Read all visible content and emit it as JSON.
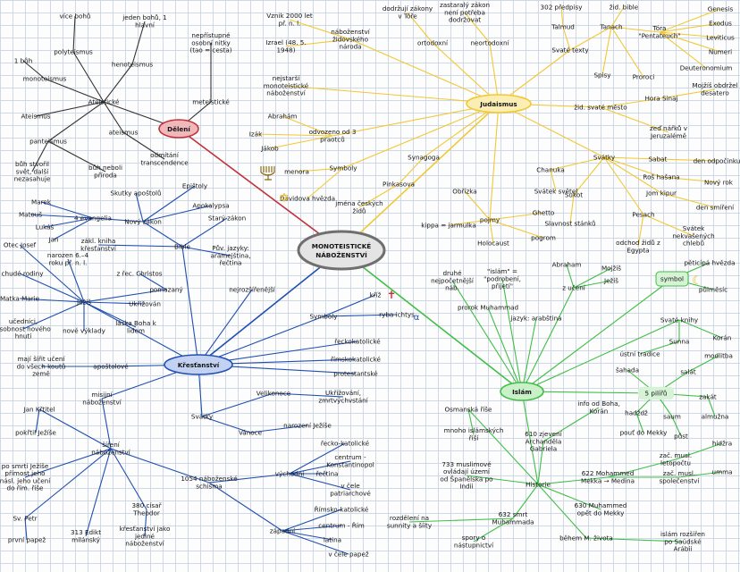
{
  "center": "MONOTEISTICKÉ NÁBOŽENSTVÍ",
  "colors": {
    "judaism": "#f2c832",
    "islam": "#3fbf45",
    "christianity": "#1f4fb0",
    "division": "#c0323a"
  },
  "icons": {
    "menora": "menorah-icon",
    "david": "star-of-david-icon",
    "cross": "cross-icon",
    "fish": "fish-icon",
    "crescent": "crescent-icon"
  },
  "texts": {
    "d_hub": "Dělení",
    "d_ateisticke": "Ateistické",
    "d_vice_bohu": "více bohů",
    "d_jeden_vice": "jeden bohů, 1 hlavní",
    "d_polyteismus": "polyteismus",
    "d_henoteismus": "henoteismus",
    "d_nepristupne": "nepřístupné osobní nitky (tao = cesta)",
    "d_meteisticke": "meteistické",
    "d_1buh": "1 bůh",
    "d_monoteismus": "monoteismus",
    "d_ateismus": "Ateismus",
    "d_panteismus": "panteismus",
    "d_ateismus2": "ateismus",
    "d_odmitani": "odmítání transcendence",
    "d_buh_stvoril": "bůh stvořil svět, další nezasahuje",
    "d_buh_prirodni": "bůh neboli příroda",
    "j_hub": "Judaismus",
    "j_vznik": "Vznik 2000 let př. n. l.",
    "j_izrael": "Izrael (48. 5. 1948)",
    "j_nabozenstvi": "náboženství židovského národa",
    "j_dodrzuji": "dodržují zákony v Tóře",
    "j_zastarale": "zastaralý zákon není potřeba dodržovat",
    "j_ortodoxni": "ortodoxní",
    "j_neortodoxni": "neortodoxní",
    "j_nejstarsi": "nejstarší monoteistické náboženství",
    "j_abraham": "Abrahám",
    "j_izak": "Izák",
    "j_jakob": "Jákob",
    "j_odvozeno": "odvozeno od 3 praotců",
    "j_menora": "menora",
    "j_symboly": "Symboly",
    "j_davidova": "Davidova hvězda",
    "j_synagoga": "Synagoga",
    "j_pinkasova": "Pinkasova",
    "j_jmena": "jména českých židů",
    "j_obrizka": "Obřízka",
    "j_ghetto": "Ghetto",
    "j_kippa": "kippa = jarmulka",
    "j_pojmy": "pojmy",
    "j_holocaust": "Holocaust",
    "j_pogrom": "pogrom",
    "j_svate_texty": "Svaté texty",
    "j_talmud": "Talmud",
    "j_tanach": "Tanach",
    "j_tora": "Tóra \"Pentateuch\"",
    "j_predpisy": "302 předpisy",
    "j_zid_bible": "žid. bible",
    "j_genesis": "Genesis",
    "j_exodus": "Exodus",
    "j_leviticus": "Leviticus",
    "j_numeri": "Numeri",
    "j_deuteronomium": "Deuteronomium",
    "j_spisy": "Spisy",
    "j_proroci": "Proroci",
    "j_zid_mesto": "žid. svaté město",
    "j_hora_sinaj": "Hora Sinaj",
    "j_mojzis": "Mojžíš obdržel desatero",
    "j_zed_narku": "zeď nářků v Jeruzalémě",
    "j_svatky": "Svátky",
    "j_sabat": "Sabat",
    "j_den_odpocinku": "den odpočinku",
    "j_ros_hasana": "Roš hašana",
    "j_novy_rok": "Nový rok",
    "j_chanuka": "Chanuka",
    "j_svatek_svetel": "Svátek světel",
    "j_sukot": "Sukot",
    "j_jom_kipur": "Jom kipur",
    "j_den_smireni": "den smíření",
    "j_slavnost": "Slavnost stánků",
    "j_pesach": "Pesach",
    "j_odchod": "odchod židů z Egypta",
    "j_svatek_nekvasenych": "Svátek nekvašených chlebů",
    "i_hub": "Islám",
    "i_druhe": "druhé nejpočetnější náb.",
    "i_islam_podrobeni": "\"islám\" = \"podrobení, přijetí\"",
    "i_abraham": "Abraham",
    "i_mojzis": "Mojžíš",
    "i_jezis": "Ježíš",
    "i_z_uceni": "z učení",
    "i_prorok": "prorok Muhammad",
    "i_jazyk": "jazyk: arabština",
    "i_symbol": "symbol",
    "i_pedlama": "půlměsíc",
    "i_petice": "pěticípá hvězda",
    "i_svate_knihy": "Svaté knihy",
    "i_korán": "Korán",
    "i_sunna": "Sunna",
    "i_ustni": "ústní tradice",
    "i_modlitba": "modlitba",
    "i_sahada": "šahada",
    "i_salat": "salát",
    "i_5_piliru": "5 pilířů",
    "i_zakat": "zakát",
    "i_almuzna": "almužna",
    "i_hadzdz": "hadždž",
    "i_saum": "saum",
    "i_pout": "pouť do Mekky",
    "i_post": "půst",
    "i_hidra": "hidžra",
    "i_umma": "umma",
    "i_zac_musl": "zač. musl. letopočtu",
    "i_zac_spolecenstvi": "zač. musl. společenství",
    "i_historie": "Historie",
    "i_osmanska": "Osmanská říše",
    "i_mnoho": "mnoho islámských říší",
    "i_610": "610 zjevení Archanděla Gabriela",
    "i_info": "info od Boha, Korán",
    "i_622": "622 Mohammed Mekka → Medina",
    "i_630": "630 Muhammed opět do Mekky",
    "i_733": "733 muslimové ovládají území od Španělska po Indii",
    "i_632": "632 smrt Muhammada",
    "i_rozdeleni": "rozdělení na sunnity a šíity",
    "i_spory": "spory o nástupnictví",
    "i_behem": "během M. života",
    "i_rozsiren": "islám rozšířen po Saúdské Arábii",
    "k_hub": "Křesťanství",
    "k_rodi": "nejrozšířenější",
    "k_bible": "Bible",
    "k_nz": "Nový zákon",
    "k_sz": "Starý zákon",
    "k_epistoly": "Epištoly",
    "k_skutky": "Skutky apoštolů",
    "k_apokalypsa": "Apokalypsa",
    "k_4evangelia": "4 evangelia",
    "k_marek": "Marek",
    "k_matous": "Matouš",
    "k_lukas": "Lukáš",
    "k_jan": "Jan",
    "k_zakl_kniha": "zákl. kniha křesťanství",
    "k_puv_jazyky": "Pův. jazyky: aramejština, řečtina",
    "k_jezis": "Ježíš",
    "k_otec": "Otec Josef",
    "k_narozen": "narozen 6.–4 roku př. n. l.",
    "k_z_chude": "z chudé rodiny",
    "k_matka": "Matka Marie",
    "k_z_rec": "z řec. Christos",
    "k_pomazany": "pomazaný",
    "k_ukrizovan": "Ukřižován",
    "k_ucedi": "učedníci, osobnost nového hnutí",
    "k_nove_vyklady": "nové výklady",
    "k_laska": "láska Boha k lidem",
    "k_symboly": "Symboly",
    "k_kriz": "kříž",
    "k_ryba": "ryba ichtys",
    "k_reckokatolicke": "řeckokatolické",
    "k_rimskokatolicke": "římskokatolické",
    "k_protestantske": "protestantské",
    "k_svatky": "Svátky",
    "k_velikonoce": "Velikonoce",
    "k_ukrizovani": "Ukřižování, zmrtvýchvstání",
    "k_vanoce": "Vánoce",
    "k_narozeni": "narození Ježíše",
    "k_majif": "mají šířit učení do všech koutů země",
    "k_apostolove": "apoštolové",
    "k_misijni": "misijní náboženství",
    "k_jan_krtitel": "Jan Křtitel",
    "k_pokrtil": "pokřtil Ježíše",
    "k_sireni": "šíření náboženství",
    "k_po_smrti": "po smrti Ježíše přímost jeho násl. jeho učení do řím. říše",
    "k_sv_petr": "Sv. Petr",
    "k_prvni_papez": "první papež",
    "k_313": "313 Edikt milánský",
    "k_380": "380 císař Theodor",
    "k_jedine": "křesťanství jako jediné náboženství",
    "k_1054": "1054 náboženské schisma",
    "k_vychodni": "východní",
    "k_zapadni": "západní",
    "k_recko_katol": "řecko-katolické",
    "k_centrum_konst": "centrum - Konstantinopol",
    "k_rectina": "řečtina",
    "k_cele_patriarch": "v čele patriarchové",
    "k_rimsko_katol": "Římsko-katolické",
    "k_centrum_rim": "centrum - Řím",
    "k_latina": "latina",
    "k_cele_papez": "v čele papež"
  }
}
